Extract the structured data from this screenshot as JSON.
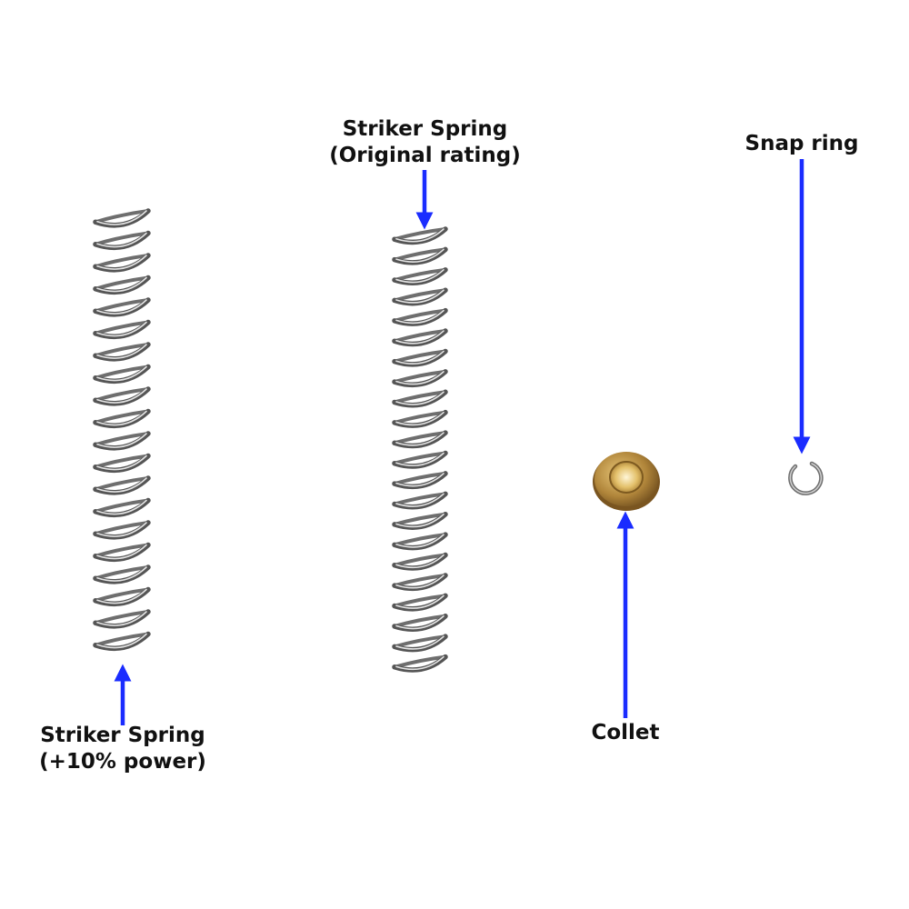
{
  "labels": {
    "spring_plus": {
      "line1": "Striker Spring",
      "line2": "(+10% power)"
    },
    "spring_original": {
      "line1": "Striker Spring",
      "line2": "(Original rating)"
    },
    "snap_ring": {
      "line1": "Snap ring"
    },
    "collet": {
      "line1": "Collet"
    }
  },
  "colors": {
    "arrow": "#1a2cff",
    "spring_metal": "#8a8a8a",
    "spring_highlight": "#e6e6e6",
    "collet_brass": "#b58a3a",
    "collet_inner": "#d9b96a",
    "snap_ring_metal": "#7a7a7a"
  },
  "items": [
    {
      "name": "spring-plus-10",
      "kind": "compression-spring"
    },
    {
      "name": "spring-original",
      "kind": "compression-spring"
    },
    {
      "name": "collet",
      "kind": "brass-collet"
    },
    {
      "name": "snap-ring",
      "kind": "snap-ring"
    }
  ]
}
